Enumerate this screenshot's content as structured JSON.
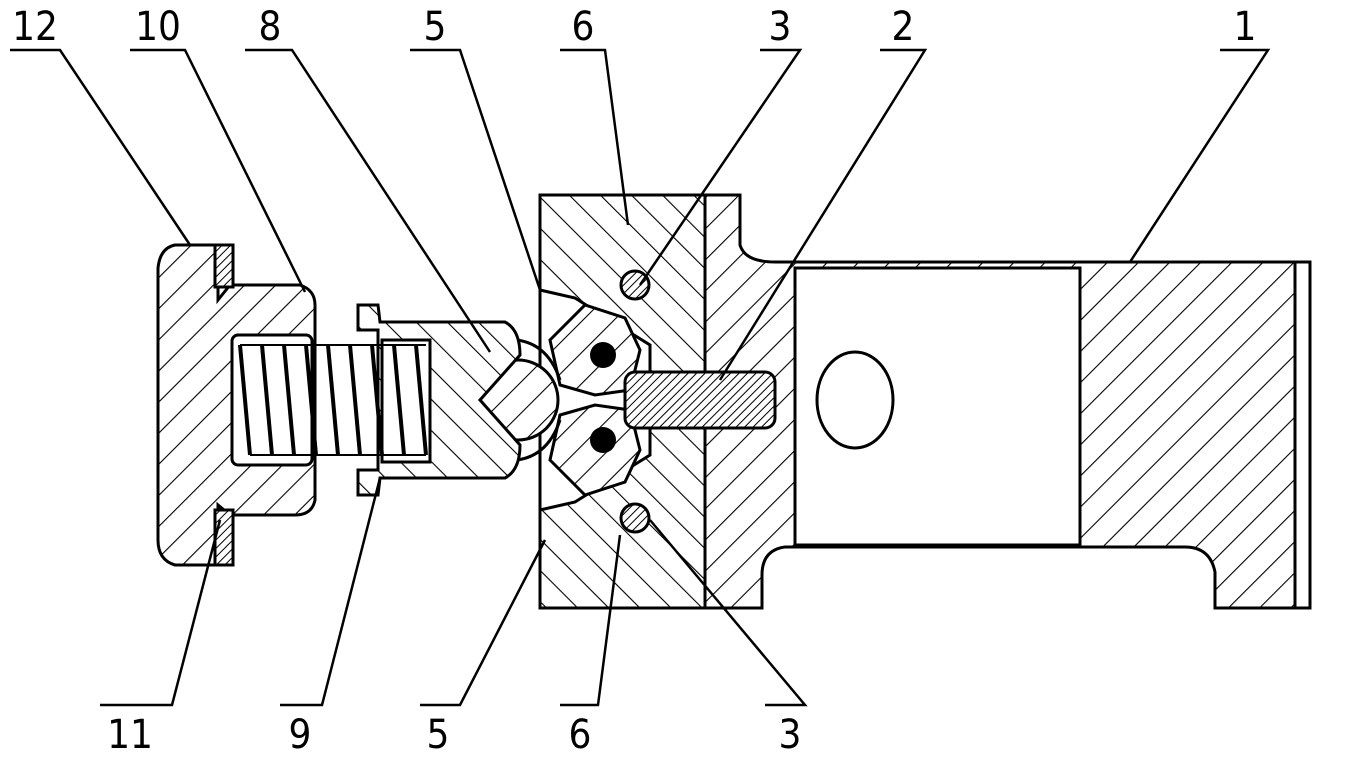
{
  "callouts": {
    "top": [
      "12",
      "10",
      "8",
      "5",
      "6",
      "3",
      "2",
      "1"
    ],
    "bottom": [
      "11",
      "9",
      "5",
      "6",
      "3"
    ]
  },
  "colors": {
    "ink": "#000000",
    "paper": "#ffffff"
  }
}
